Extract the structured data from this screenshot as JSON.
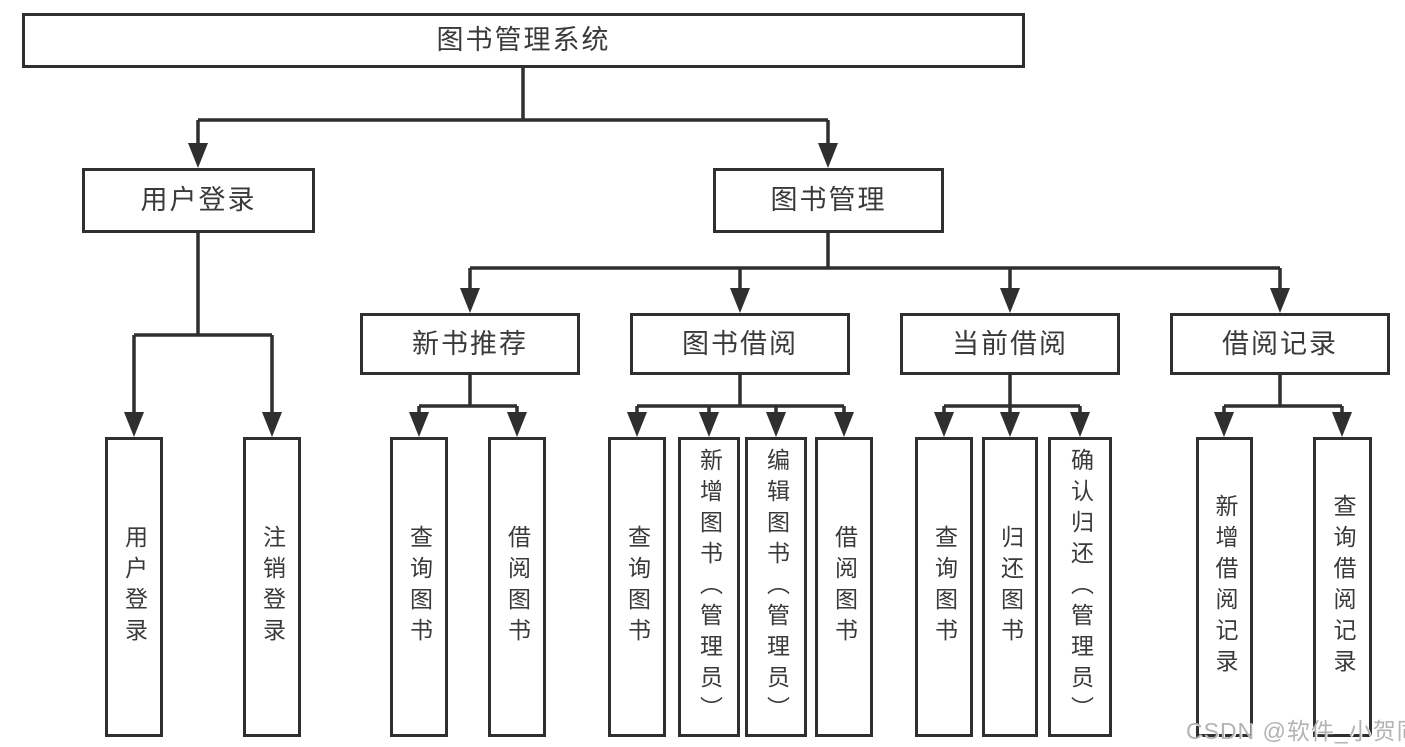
{
  "tree": {
    "label": "图书管理系统",
    "children": [
      {
        "label": "用户登录",
        "children": [
          {
            "label": "用户登录"
          },
          {
            "label": "注销登录"
          }
        ]
      },
      {
        "label": "图书管理",
        "children": [
          {
            "label": "新书推荐",
            "children": [
              {
                "label": "查询图书"
              },
              {
                "label": "借阅图书"
              }
            ]
          },
          {
            "label": "图书借阅",
            "children": [
              {
                "label": "查询图书"
              },
              {
                "label": "新增图书（管理员）"
              },
              {
                "label": "编辑图书（管理员）"
              },
              {
                "label": "借阅图书"
              }
            ]
          },
          {
            "label": "当前借阅",
            "children": [
              {
                "label": "查询图书"
              },
              {
                "label": "归还图书"
              },
              {
                "label": "确认归还（管理员）"
              }
            ]
          },
          {
            "label": "借阅记录",
            "children": [
              {
                "label": "新增借阅记录"
              },
              {
                "label": "查询借阅记录"
              }
            ]
          }
        ]
      }
    ]
  },
  "watermark": {
    "text": "CSDN @软件_小贺同学"
  },
  "colors": {
    "line": "#2f2f2f",
    "box_border": "#2f2f2f",
    "text": "#3a3a3a",
    "watermark": "#b3b3b3",
    "background": "#ffffff"
  }
}
